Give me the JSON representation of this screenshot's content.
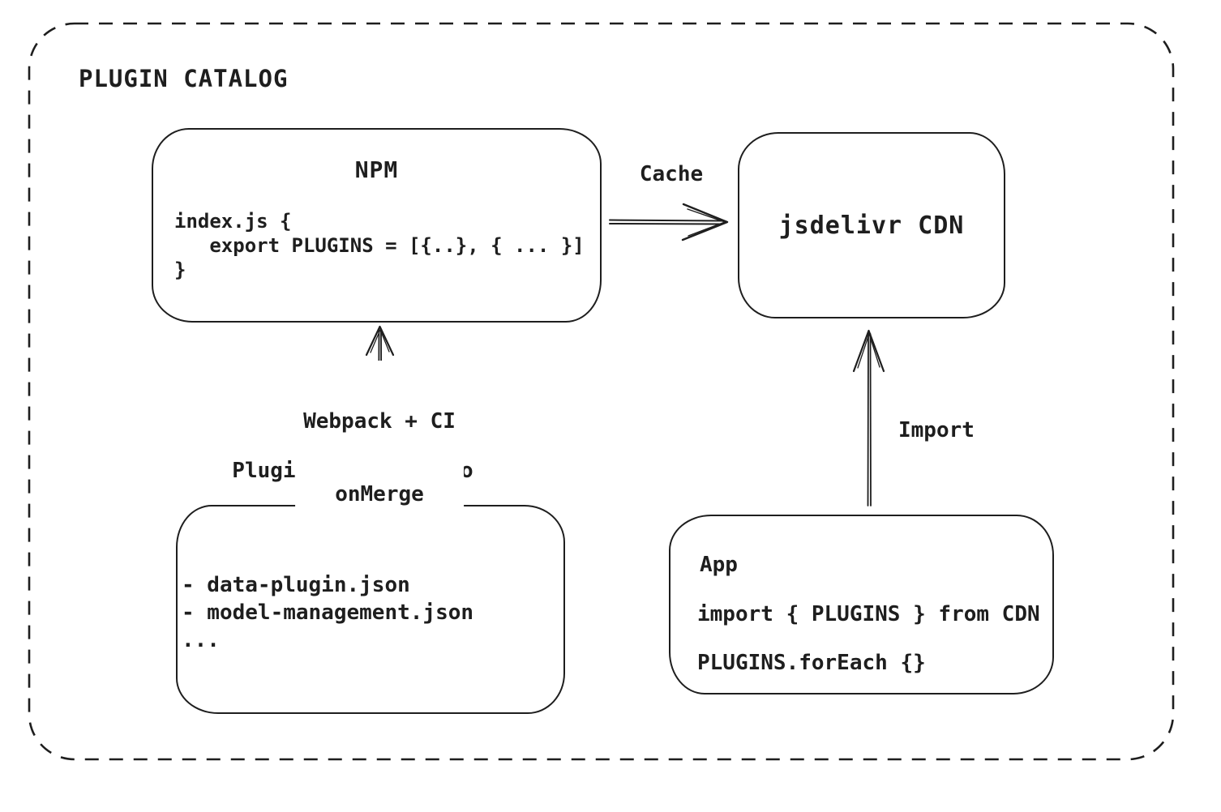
{
  "colors": {
    "stroke": "#1e1e1e",
    "background": "#ffffff"
  },
  "frame": {
    "title": "PLUGIN CATALOG"
  },
  "npm": {
    "title": "NPM",
    "code": [
      "index.js {",
      "   export PLUGINS = [{..}, { ... }]",
      "}"
    ]
  },
  "cdn": {
    "label": "jsdelivr CDN"
  },
  "repo": {
    "label": "Plugin Catalog Repo",
    "files": [
      "- data-plugin.json",
      "- model-management.json",
      "..."
    ]
  },
  "app": {
    "title": "App",
    "code": [
      "import { PLUGINS } from CDN",
      "PLUGINS.forEach {}"
    ]
  },
  "edges": {
    "cache": {
      "label": "Cache"
    },
    "build": {
      "label_lines": [
        "Webpack + CI",
        "onMerge"
      ]
    },
    "import": {
      "label": "Import"
    }
  }
}
